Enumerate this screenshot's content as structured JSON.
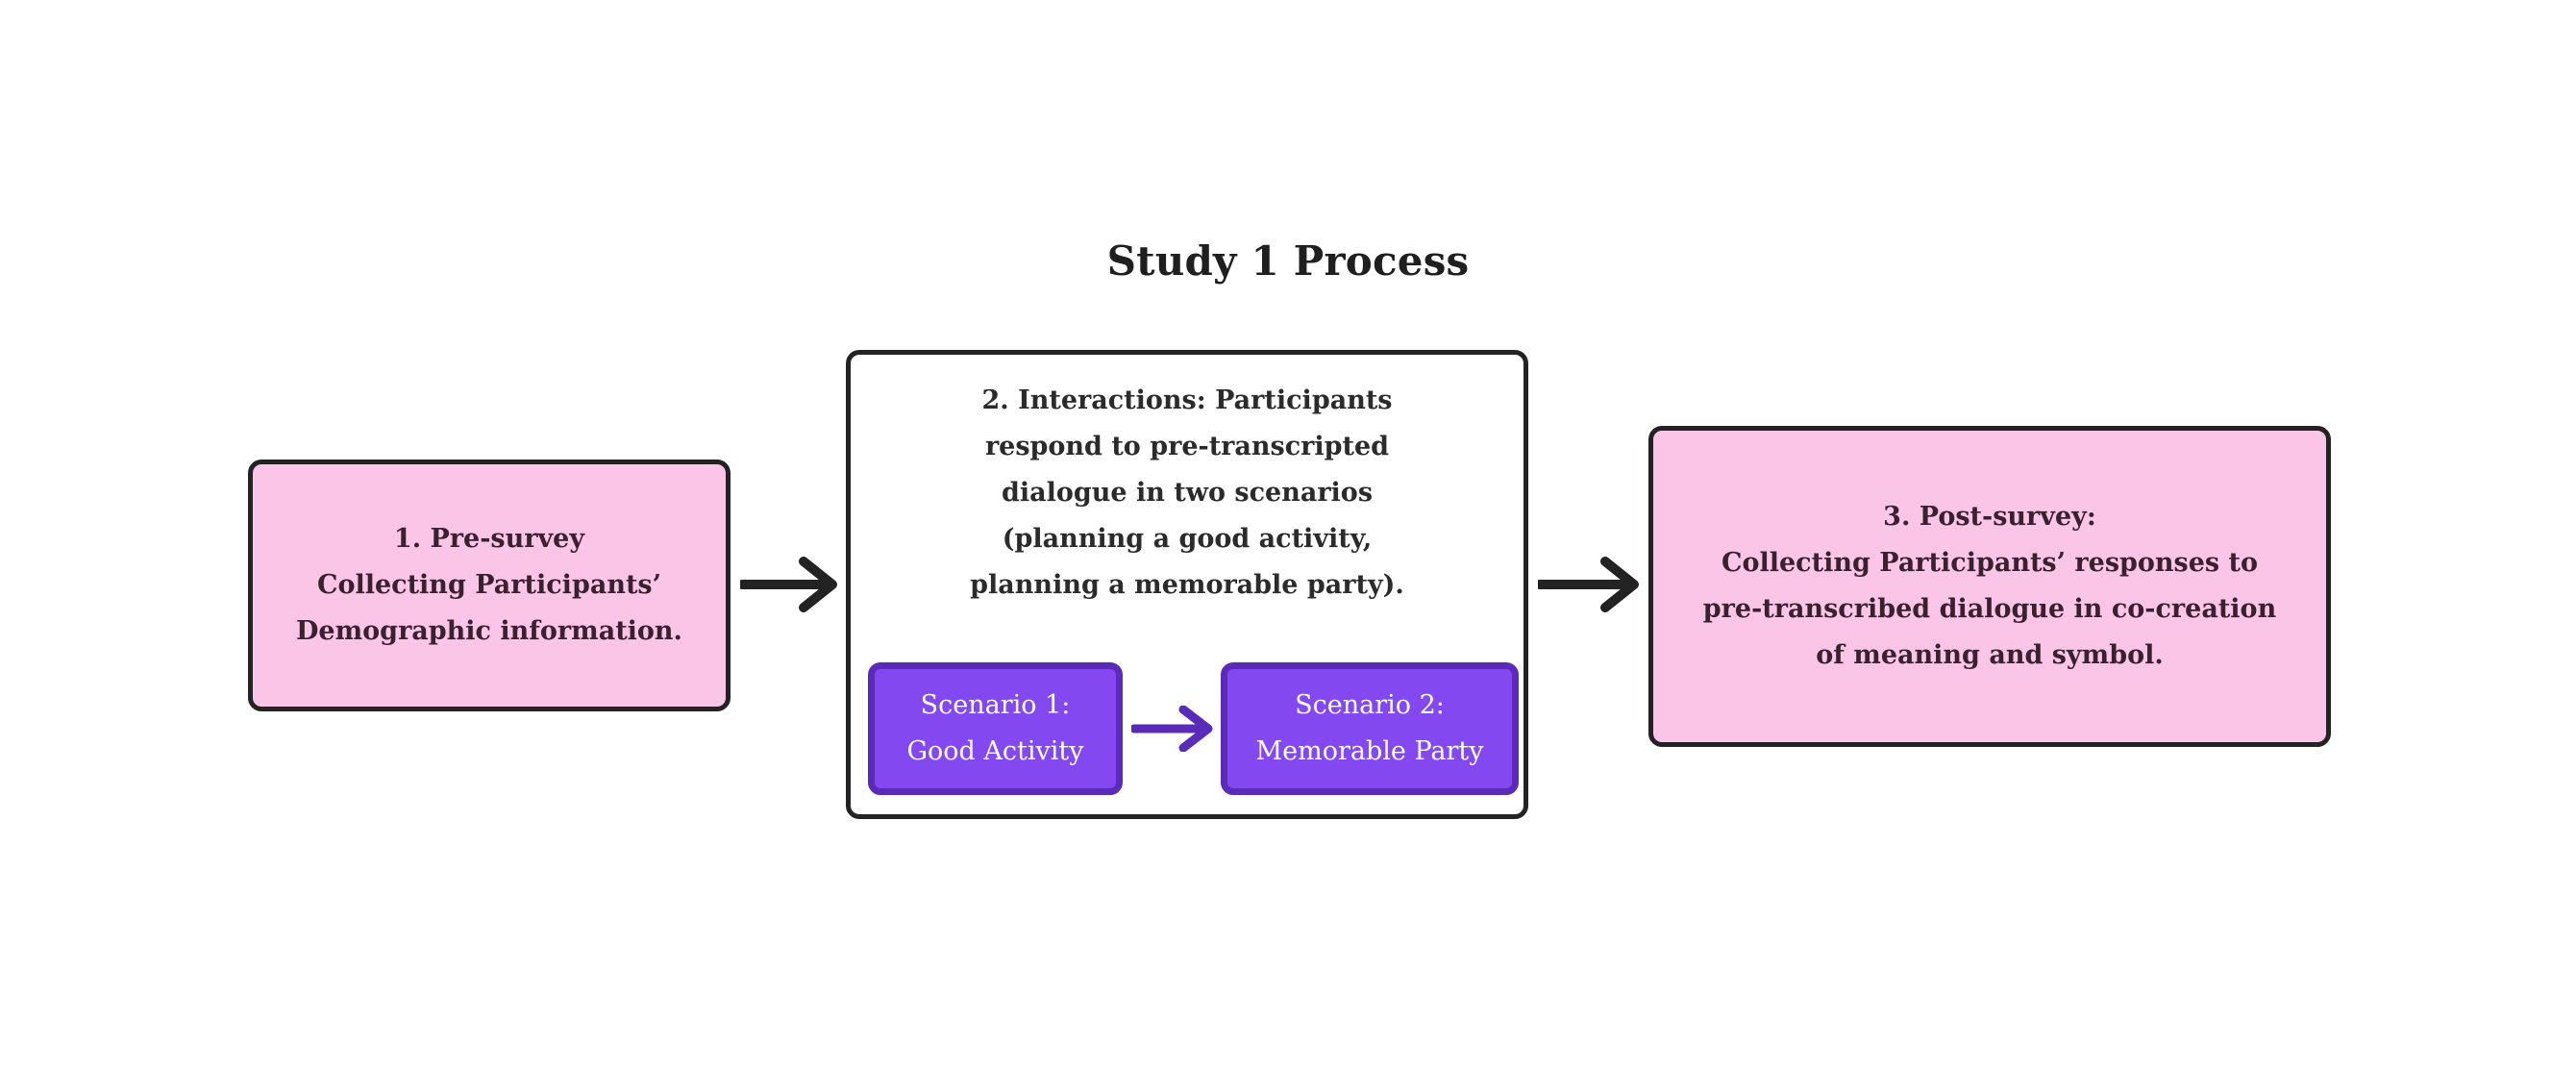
{
  "title": "Study 1 Process",
  "colors": {
    "pink_fill": "#FBC5E7",
    "box_border": "#232323",
    "scenario_fill": "#8348F0",
    "scenario_border": "#5A2BB8",
    "pink_text": "#3A2130",
    "white_box_text": "#2B2B2B",
    "arrow": "#232323",
    "scenario_arrow": "#5A2BB8",
    "background": "#FFFFFF"
  },
  "steps": {
    "pre_survey": {
      "text": "1. Pre-survey\nCollecting Participants’\nDemographic information."
    },
    "interactions": {
      "text": "2. Interactions: Participants\nrespond to pre-transcripted\ndialogue in two scenarios\n(planning a good activity,\nplanning a memorable party).",
      "scenarios": [
        {
          "label": "Scenario 1:\nGood Activity"
        },
        {
          "label": "Scenario 2:\nMemorable Party"
        }
      ]
    },
    "post_survey": {
      "text": "3. Post-survey:\nCollecting Participants’ responses to\npre-transcribed dialogue in co-creation\nof meaning and symbol."
    }
  },
  "arrows": {
    "pre_to_interactions": "right-arrow-icon",
    "interactions_to_post": "right-arrow-icon",
    "scenario_1_to_2": "right-arrow-icon"
  }
}
